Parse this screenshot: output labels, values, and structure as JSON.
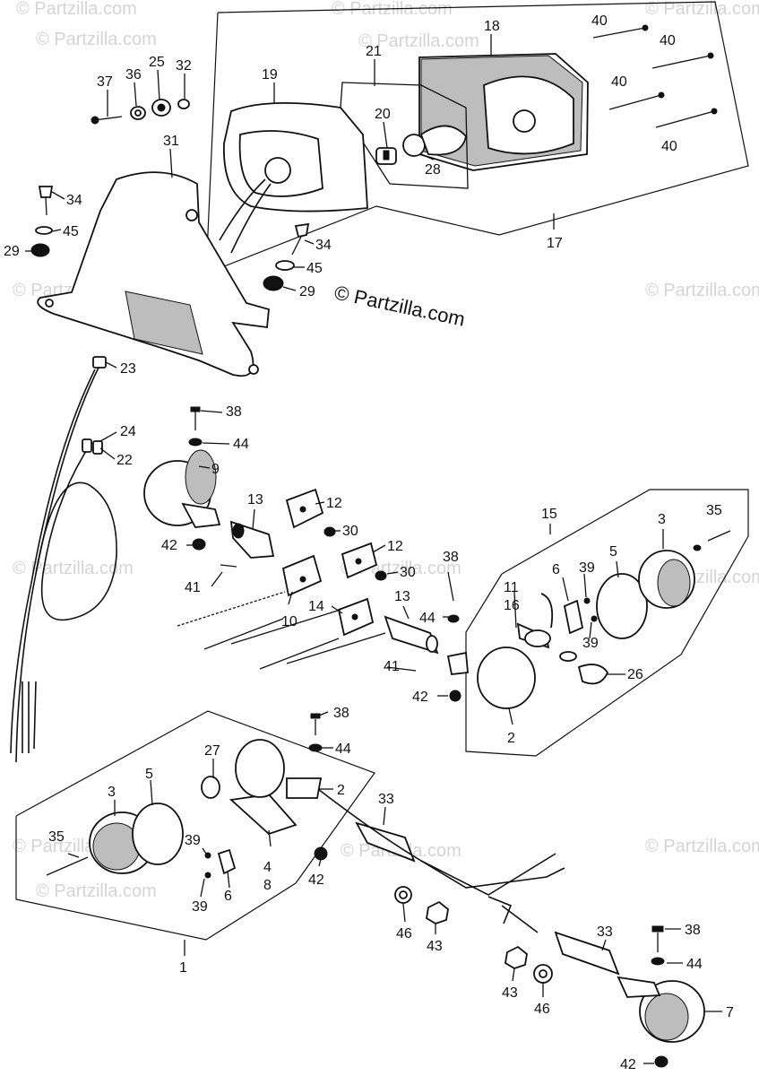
{
  "watermark": "© Partzilla.com",
  "credit": "© Partzilla.com",
  "callouts": [
    "1",
    "2",
    "3",
    "4",
    "5",
    "6",
    "7",
    "8",
    "9",
    "10",
    "11",
    "12",
    "13",
    "14",
    "15",
    "16",
    "17",
    "18",
    "19",
    "20",
    "21",
    "22",
    "23",
    "24",
    "25",
    "26",
    "27",
    "28",
    "29",
    "30",
    "31",
    "32",
    "33",
    "34",
    "35",
    "36",
    "37",
    "38",
    "39",
    "40",
    "41",
    "42",
    "43",
    "44",
    "45",
    "46"
  ]
}
